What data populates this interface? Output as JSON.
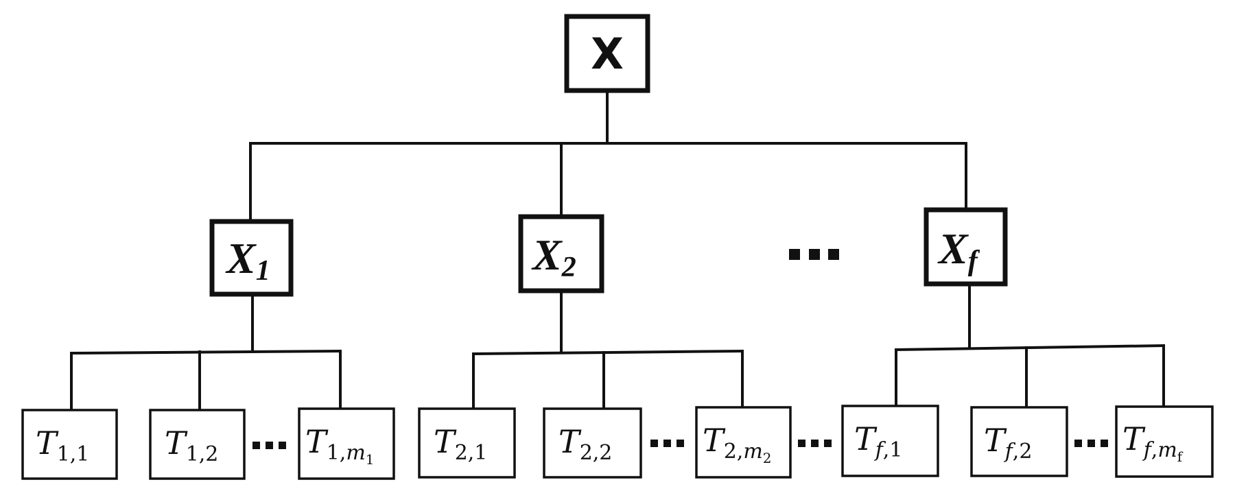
{
  "root": {
    "label": "X"
  },
  "factors": [
    {
      "base": "X",
      "sub": "1",
      "leaves": [
        {
          "base": "T",
          "sub": "1,1"
        },
        {
          "base": "T",
          "sub": "1,2"
        },
        {
          "base": "T",
          "sub_prefix": "1,",
          "sub_var": "m",
          "sub_sub": "1"
        }
      ]
    },
    {
      "base": "X",
      "sub": "2",
      "leaves": [
        {
          "base": "T",
          "sub": "2,1"
        },
        {
          "base": "T",
          "sub": "2,2"
        },
        {
          "base": "T",
          "sub_prefix": "2,",
          "sub_var": "m",
          "sub_sub": "2"
        }
      ]
    },
    {
      "base": "X",
      "sub": "f",
      "leaves": [
        {
          "base": "T",
          "sub_var_first": "f",
          "sub": ",1"
        },
        {
          "base": "T",
          "sub_var_first": "f",
          "sub": ",2"
        },
        {
          "base": "T",
          "sub_var_first": "f",
          "sub_prefix": ",",
          "sub_var": "m",
          "sub_sub": "f"
        }
      ]
    }
  ],
  "colors": {
    "stroke": "#111111",
    "background": "#ffffff"
  }
}
